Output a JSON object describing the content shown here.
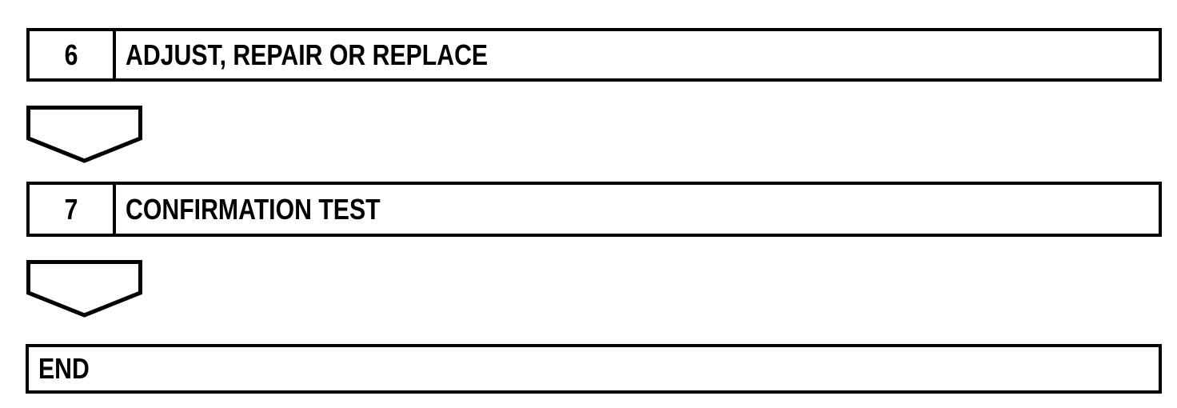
{
  "page": {
    "background_color": "#ffffff",
    "line_color": "#000000",
    "text_color": "#000000"
  },
  "flowchart": {
    "steps": [
      {
        "number": "6",
        "label": "ADJUST, REPAIR OR REPLACE"
      },
      {
        "number": "7",
        "label": "CONFIRMATION TEST"
      }
    ],
    "connector_icon": "flow-arrow-down",
    "terminal": {
      "label": "END"
    }
  }
}
